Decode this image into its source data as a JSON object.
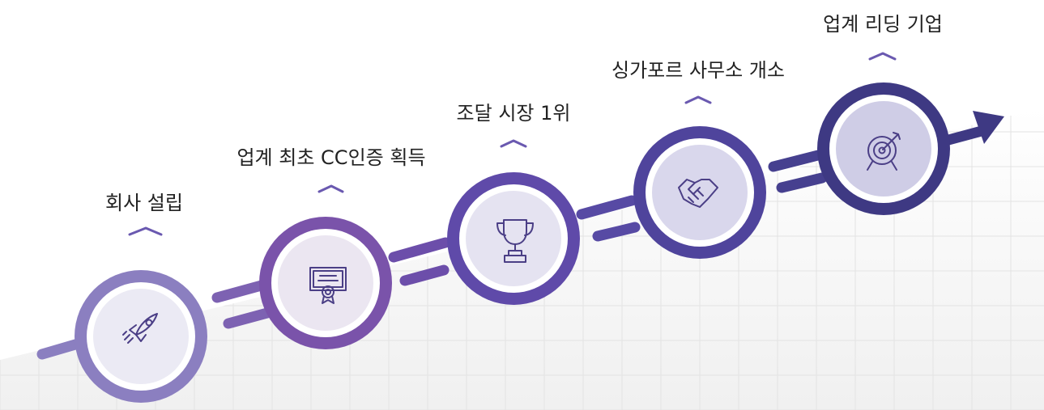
{
  "milestones": [
    {
      "label": "회사 설립",
      "icon": "rocket-icon",
      "ring": "#8b7fc0",
      "fill": "#ebeaf4"
    },
    {
      "label": "업계 최초 CC인증 획득",
      "icon": "certificate-icon",
      "ring": "#7a53aa",
      "fill": "#ebe6f1"
    },
    {
      "label": "조달 시장 1위",
      "icon": "trophy-icon",
      "ring": "#5f4aa9",
      "fill": "#e5e3f1"
    },
    {
      "label": "싱가포르 사무소 개소",
      "icon": "handshake-icon",
      "ring": "#4f449c",
      "fill": "#d9d7ec"
    },
    {
      "label": "업계 리딩 기업",
      "icon": "target-icon",
      "ring": "#3e3983",
      "fill": "#cfcde6"
    }
  ],
  "colors": {
    "caret": "#6a59b0",
    "grid": "#e3e3e3",
    "icon": "#4b3f86",
    "halo": "#ffffff"
  }
}
